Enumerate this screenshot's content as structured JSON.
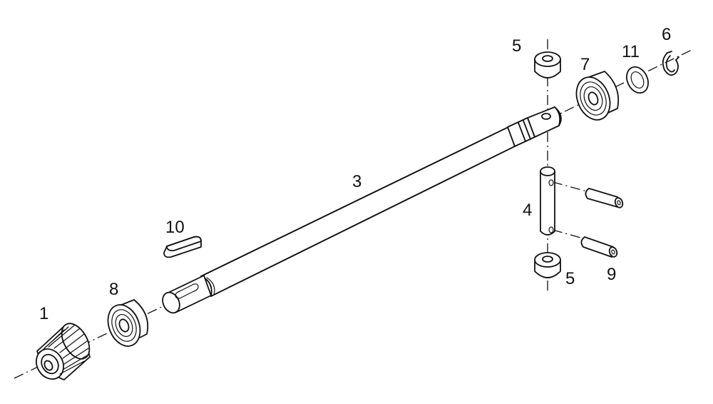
{
  "labels": {
    "gear": "1",
    "shaft": "3",
    "pin": "4",
    "bushing_top": "5",
    "bushing_bottom": "5",
    "circlip": "6",
    "bearing_right": "7",
    "bearing_left": "8",
    "roll_pin": "9",
    "key": "10",
    "washer": "11"
  }
}
